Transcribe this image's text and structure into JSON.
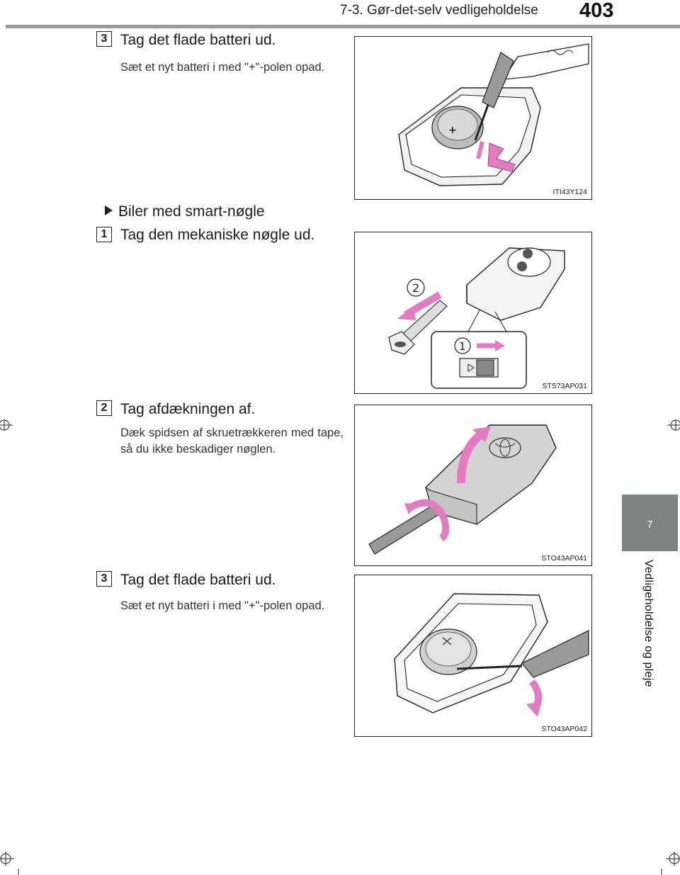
{
  "header": {
    "section": "7-3. Gør-det-selv vedligeholdelse",
    "page_number": "403"
  },
  "chapter_tab": {
    "number": "7",
    "title": "Vedligeholdelse og pleje"
  },
  "steps": [
    {
      "number": "3",
      "title": "Tag det flade batteri ud.",
      "note": "Sæt et nyt batteri i med \"+\"-polen opad.",
      "figure_code": "ITI43Y124"
    },
    {
      "number": "1",
      "title": "Tag den mekaniske nøgle ud.",
      "figure_code": "STS73AP031",
      "callouts": [
        "2",
        "1"
      ]
    },
    {
      "number": "2",
      "title": "Tag afdækningen af.",
      "note": "Dæk spidsen af skruetrækkeren med tape, så du ikke beskadiger nøglen.",
      "figure_code": "STO43AP041"
    },
    {
      "number": "3",
      "title": "Tag det flade batteri ud.",
      "note": "Sæt et nyt batteri i med \"+\"-polen opad.",
      "figure_code": "STO43AP042"
    }
  ],
  "bullet": {
    "text": "Biler med smart-nøgle"
  },
  "colors": {
    "arrow_pink": "#e27cc0",
    "tab_gray": "#7e8581",
    "rule_gray": "#9a9a9a"
  }
}
